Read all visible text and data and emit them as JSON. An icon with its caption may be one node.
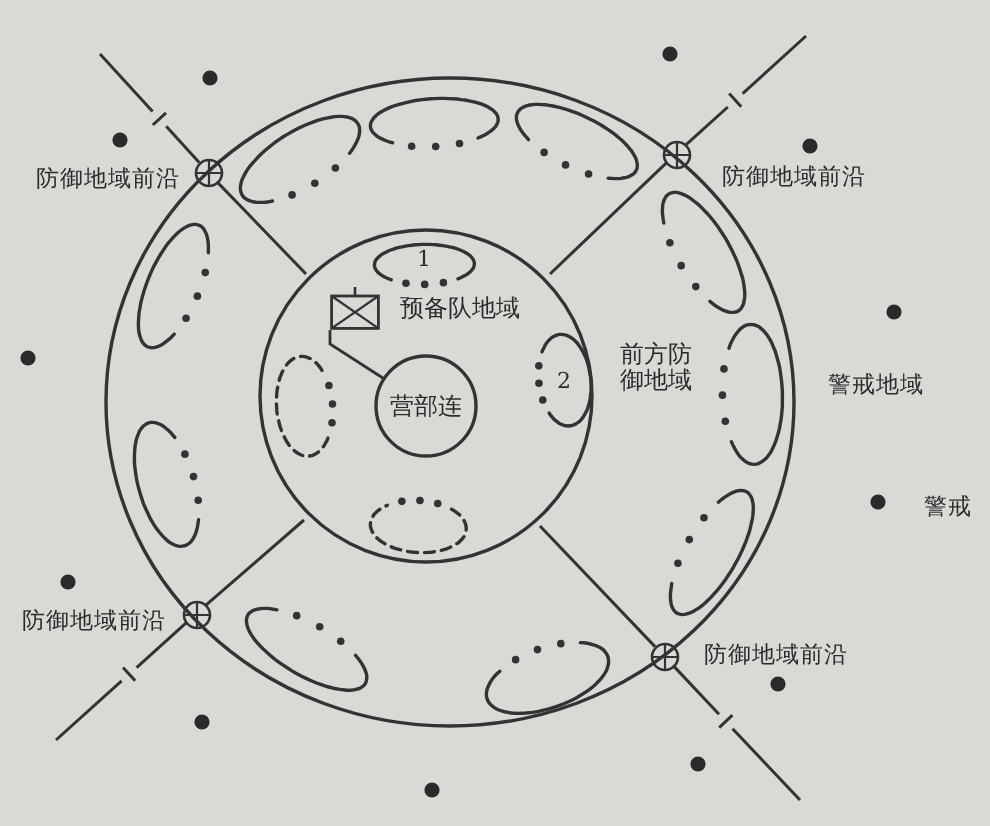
{
  "diagram": {
    "nodes": [
      {
        "text": [
          "前方防御地域"
        ]
      },
      {
        "text": [
          "预备队地域"
        ],
        "in": 0
      },
      {
        "text": [
          "1"
        ],
        "in": 1
      },
      {
        "text": [],
        "shape": "box",
        "in": 1
      },
      {
        "text": [],
        "shape": "ellipse",
        "in": 1
      },
      {
        "text": [
          "营部连"
        ],
        "in": 1
      },
      {
        "text": [
          "2"
        ],
        "in": 1
      },
      {
        "text": [],
        "shape": "ellipse",
        "in": 1
      },
      {
        "text": [],
        "shape": "ellipse",
        "in": 0
      },
      {
        "text": [],
        "shape": "ellipse",
        "in": 0
      },
      {
        "text": [],
        "shape": "ellipse",
        "in": 0
      },
      {
        "text": [],
        "shape": "ellipse",
        "in": 0
      },
      {
        "text": [],
        "shape": "ellipse",
        "in": 0
      },
      {
        "text": [],
        "shape": "ellipse",
        "in": 0
      },
      {
        "text": [],
        "shape": "ellipse",
        "in": 0
      },
      {
        "text": [],
        "shape": "ellipse",
        "in": 0
      },
      {
        "text": [],
        "shape": "ellipse",
        "in": 0
      },
      {
        "text": [],
        "shape": "ellipse",
        "in": 0
      }
    ],
    "edges": [
      {
        "from": 3,
        "to": 5,
        "arrow": "none"
      }
    ],
    "labels": [
      "防御地域前沿",
      "防御地域前沿",
      "警戒地域",
      "警戒",
      "防御地域前沿",
      "防御地域前沿"
    ]
  }
}
